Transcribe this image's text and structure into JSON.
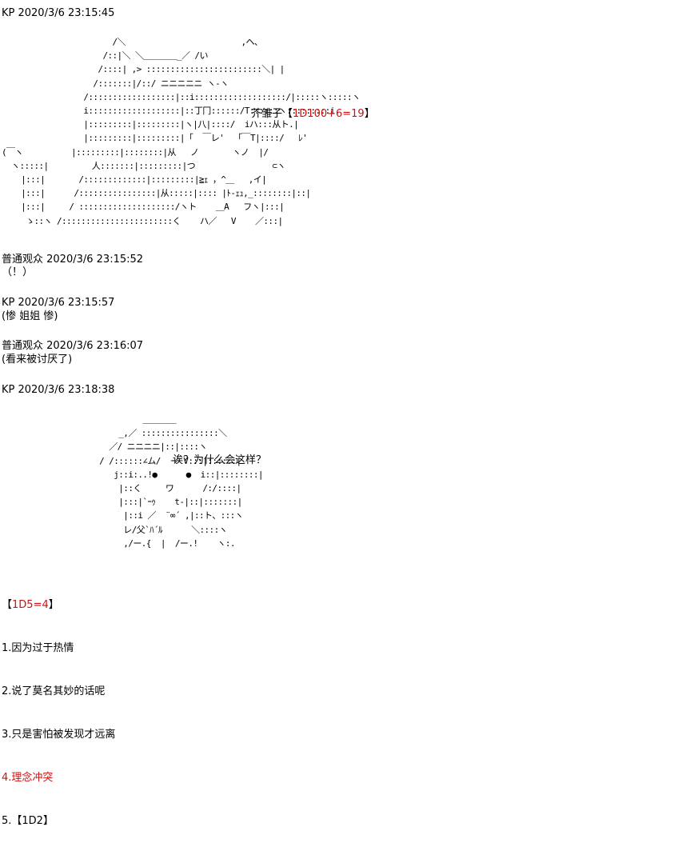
{
  "posts": [
    {
      "header": "KP 2020/3/6 23:15:45"
    },
    {
      "header": "普通观众 2020/3/6 23:15:52",
      "text": "（！）"
    },
    {
      "header": "KP 2020/3/6 23:15:57",
      "text": "(惨 姐姐 惨)"
    },
    {
      "header": "普通观众 2020/3/6 23:16:07",
      "text": "(看来被讨厌了)"
    },
    {
      "header": "KP 2020/3/6 23:18:38"
    }
  ],
  "art1": {
    "caption_name": "芥雏子【",
    "caption_roll": "1D100+6=19",
    "caption_end": "】"
  },
  "art2": {
    "caption": "诶？为什么会这样？"
  },
  "roll": {
    "open": "【",
    "result": "1D5=4",
    "close": "】",
    "options": [
      {
        "text": "1.因为过于热情",
        "color": "#000000"
      },
      {
        "text": "2.说了莫名其妙的话呢",
        "color": "#000000"
      },
      {
        "text": "3.只是害怕被发现才远离",
        "color": "#000000"
      },
      {
        "text": "4.理念冲突",
        "color": "#cc1111"
      },
      {
        "text": "5.【1D2】",
        "color": "#000000"
      }
    ]
  }
}
